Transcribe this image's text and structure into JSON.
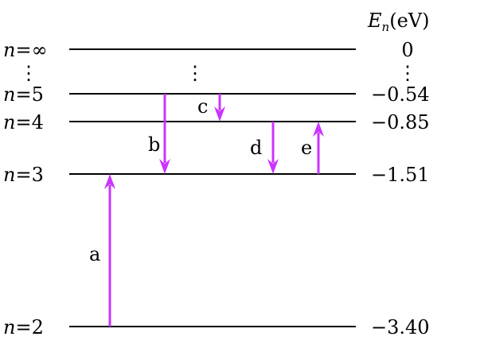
{
  "header": {
    "energy_symbol": "E",
    "energy_subscript": "n",
    "energy_unit": "(eV)"
  },
  "levels": [
    {
      "n_label": "n",
      "eq": "=",
      "n_value": "∞",
      "energy": "0"
    },
    {
      "n_label": "n",
      "eq": "=",
      "n_value": "5",
      "energy": "−0.54"
    },
    {
      "n_label": "n",
      "eq": "=",
      "n_value": "4",
      "energy": "−0.85"
    },
    {
      "n_label": "n",
      "eq": "=",
      "n_value": "3",
      "energy": "−1.51"
    },
    {
      "n_label": "n",
      "eq": "=",
      "n_value": "2",
      "energy": "−3.40"
    }
  ],
  "ellipsis": "⋮",
  "transitions": [
    {
      "label": "a",
      "from_level": 4,
      "to_level": 3
    },
    {
      "label": "b",
      "from_level": 1,
      "to_level": 3
    },
    {
      "label": "c",
      "from_level": 1,
      "to_level": 2
    },
    {
      "label": "d",
      "from_level": 2,
      "to_level": 3
    },
    {
      "label": "e",
      "from_level": 3,
      "to_level": 2
    }
  ],
  "colors": {
    "arrow": "#cc33ff",
    "line": "#000000"
  }
}
